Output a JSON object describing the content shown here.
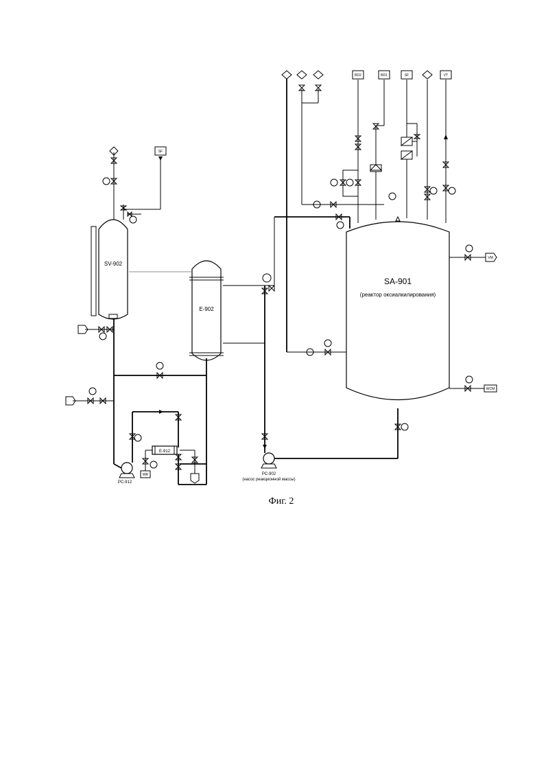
{
  "equipment": {
    "reactor_name": "SA-901",
    "reactor_desc": "(реактор оксиалкилирования)",
    "separator_name": "SV-902",
    "exchanger_name": "E-902",
    "small_exchanger_name": "E-912",
    "pump_small_name": "PC-912",
    "pump_main_name": "PC-902",
    "pump_main_desc": "(насос реакционной массы)"
  },
  "streams": {
    "top_bd2": "BD2",
    "top_bd1": "BD1",
    "top_sf": "SF",
    "top_vt": "VT",
    "sep_sf": "SF",
    "wr": "WR",
    "vm": "VM",
    "wcm": "WCM"
  },
  "caption": "Фиг. 2"
}
